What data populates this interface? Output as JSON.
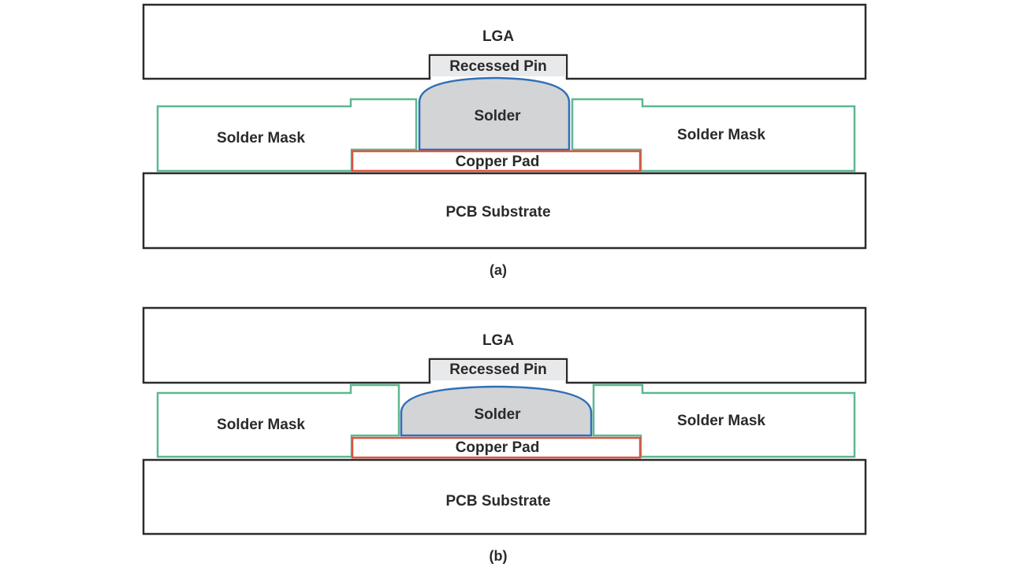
{
  "colors": {
    "outline": "#2b2b2b",
    "solder_mask": "#5db88f",
    "solder_outline": "#2f6fb8",
    "solder_fill": "#d3d4d6",
    "copper_outline": "#d9553f",
    "pin_fill": "#e8e9eb"
  },
  "panels": [
    {
      "caption": "(a)",
      "labels": {
        "lga": "LGA",
        "recessed_pin": "Recessed Pin",
        "solder": "Solder",
        "solder_mask_left": "Solder Mask",
        "solder_mask_right": "Solder Mask",
        "copper_pad": "Copper Pad",
        "pcb_substrate": "PCB Substrate"
      }
    },
    {
      "caption": "(b)",
      "labels": {
        "lga": "LGA",
        "recessed_pin": "Recessed Pin",
        "solder": "Solder",
        "solder_mask_left": "Solder Mask",
        "solder_mask_right": "Solder Mask",
        "copper_pad": "Copper Pad",
        "pcb_substrate": "PCB Substrate"
      }
    }
  ]
}
